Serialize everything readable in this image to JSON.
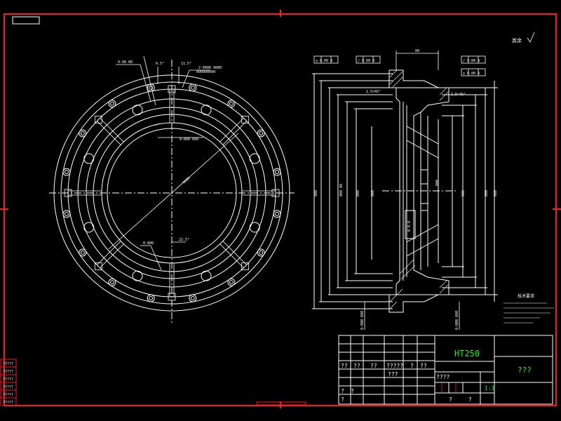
{
  "colors": {
    "background": "#000000",
    "frame": "#ff1a1a",
    "lines": "#ffffff",
    "accent_text": "#00ff00"
  },
  "title_block": {
    "material": "HT250",
    "part_name": "???",
    "scale": "1:1",
    "cells": [
      "??",
      "??",
      "??",
      "?????",
      "?",
      "??",
      "???",
      "?",
      "?",
      "????",
      "?",
      "?",
      "?"
    ]
  },
  "notes": {
    "heading": "技术要求"
  },
  "dimensions": {
    "roughness_mark": "其余"
  },
  "side_stamp": [
    "?????",
    "?????",
    "?????",
    "?????",
    "?????",
    "?????"
  ]
}
